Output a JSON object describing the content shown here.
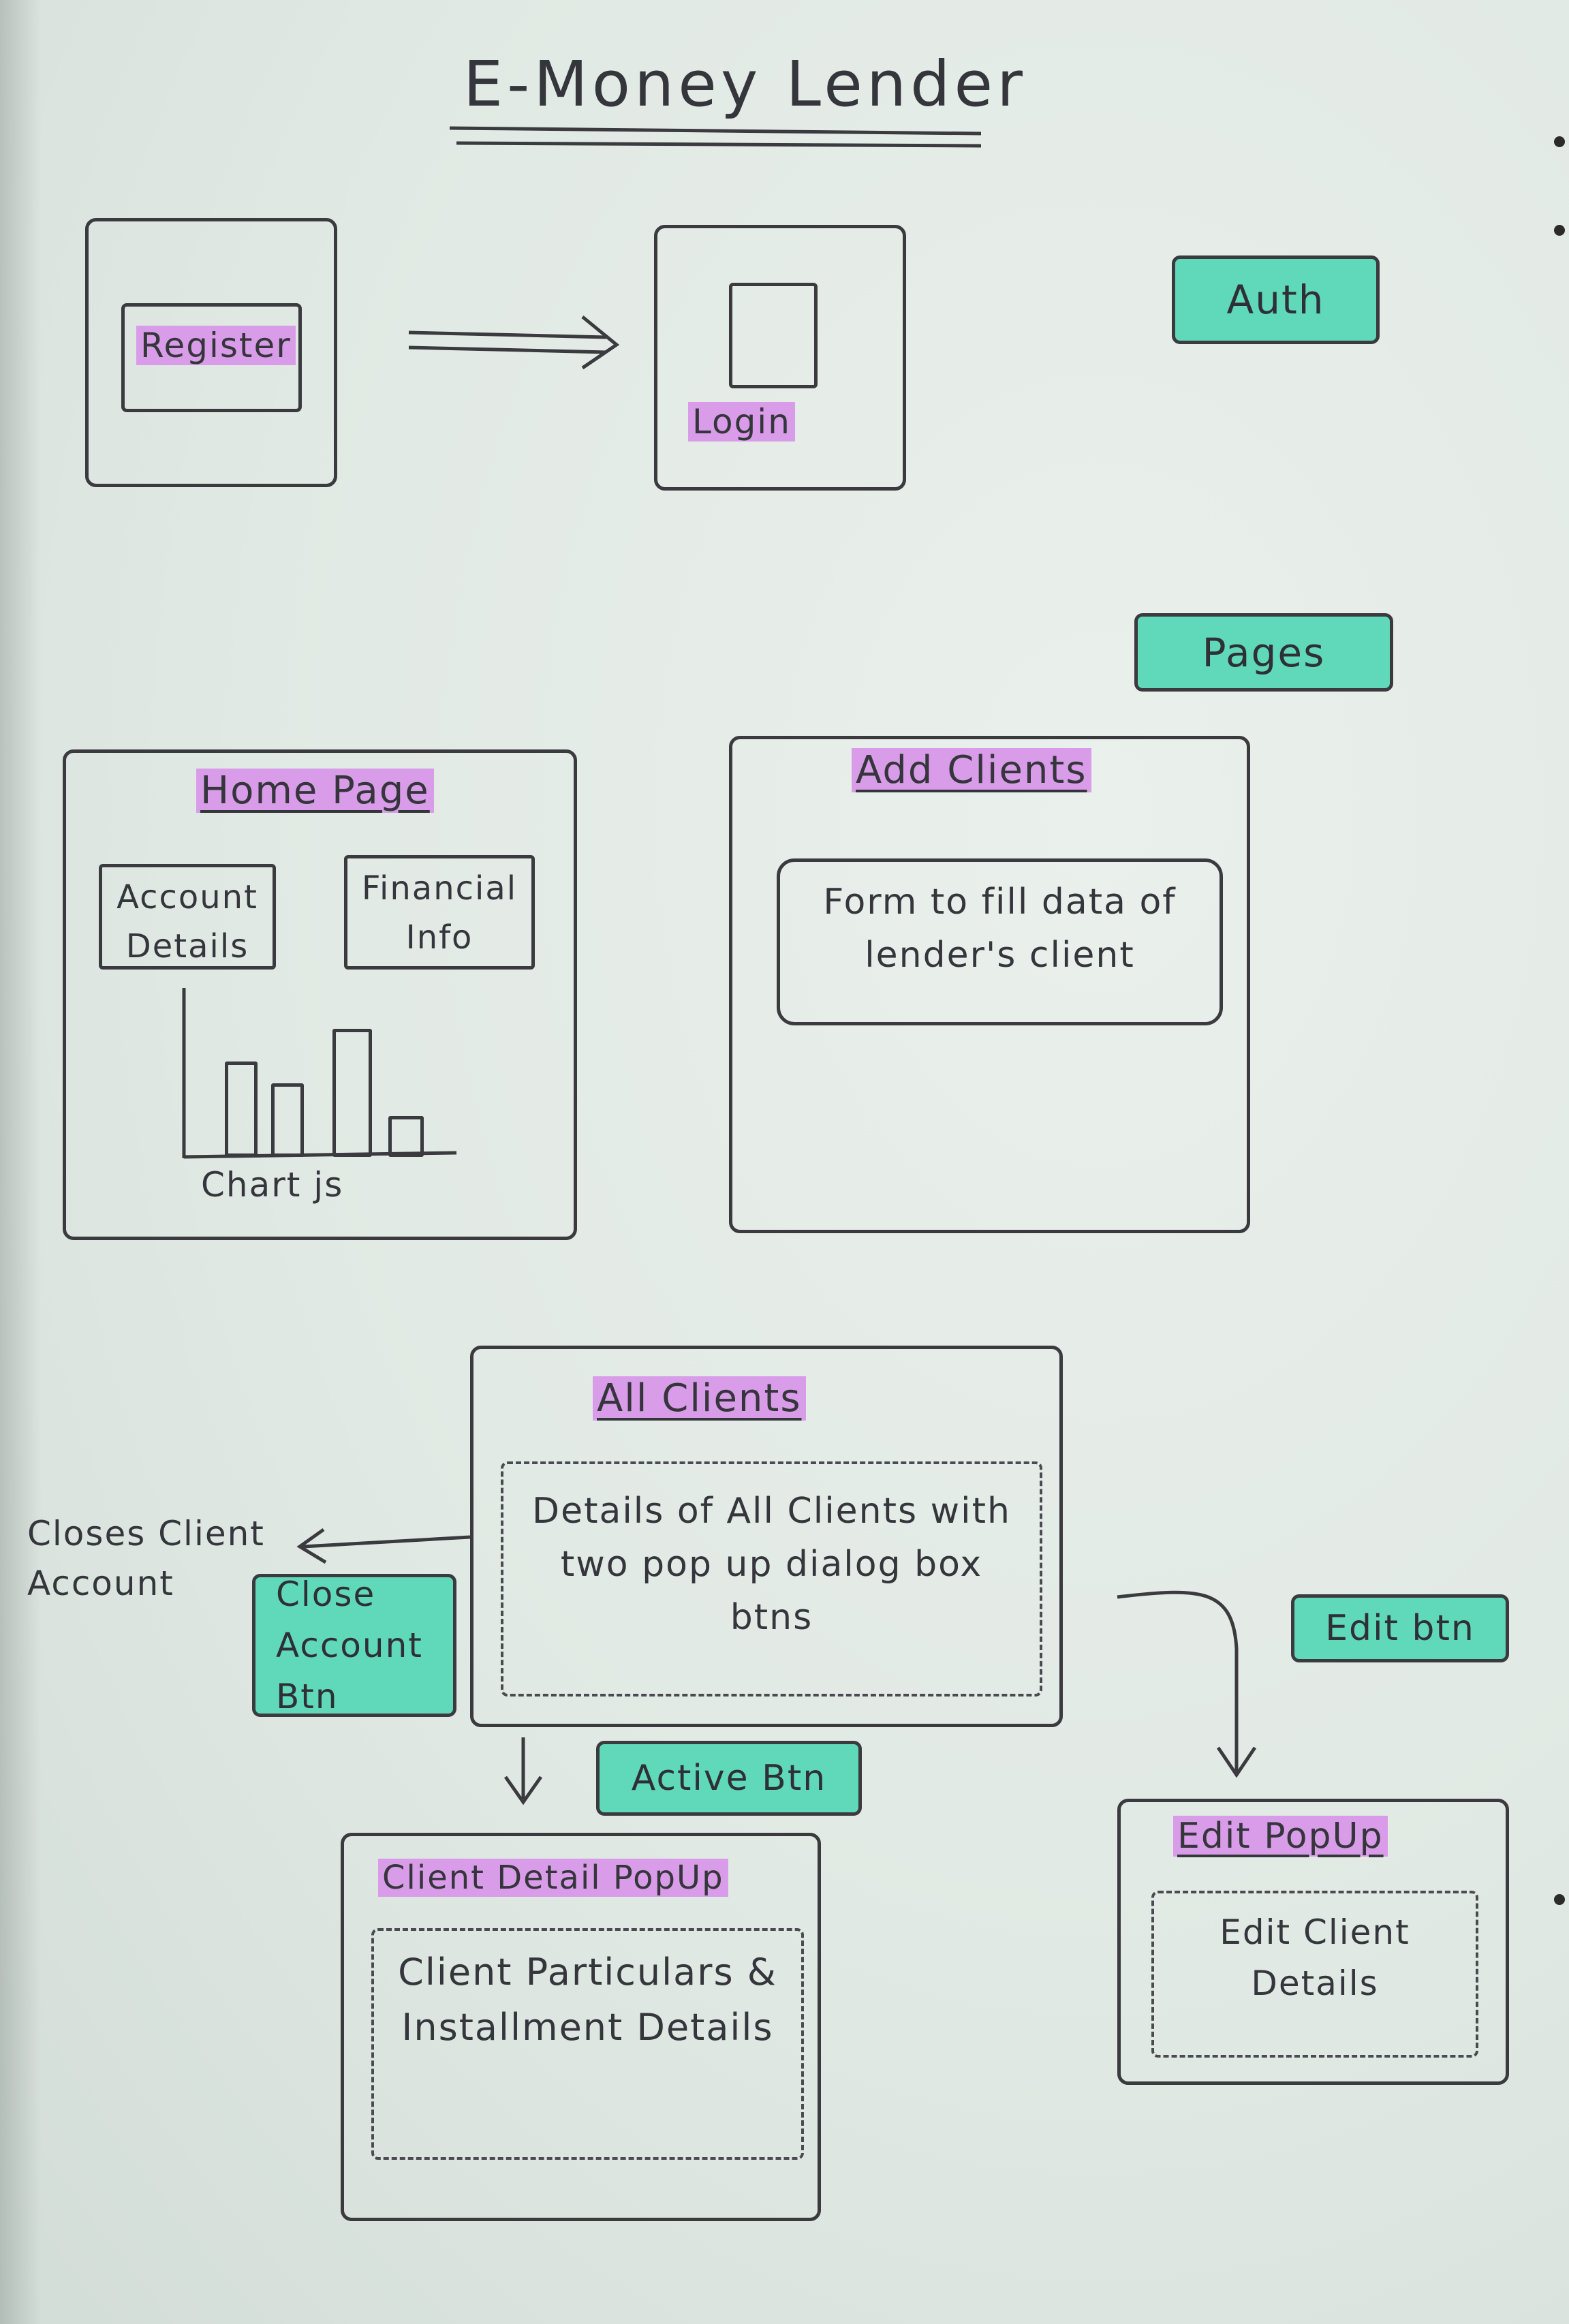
{
  "title": "E-Money Lender",
  "auth": {
    "register_label": "Register",
    "login_label": "Login",
    "tag": "Auth"
  },
  "pages_tag": "Pages",
  "home_page": {
    "title": "Home Page",
    "account_details": "Account Details",
    "financial_info": "Financial Info",
    "chart_caption": "Chart js"
  },
  "add_clients": {
    "title": "Add Clients",
    "form_text": "Form to fill data of lender's client"
  },
  "all_clients": {
    "title": "All Clients",
    "details_text": "Details of All Clients with two pop up dialog box btns",
    "closes_note": "Closes Client Account",
    "close_account_tag": "Close Account Btn",
    "active_tag": "Active Btn",
    "edit_tag": "Edit btn"
  },
  "client_detail_popup": {
    "title": "Client Detail PopUp",
    "text": "Client Particulars & Installment Details"
  },
  "edit_popup": {
    "title": "Edit PopUp",
    "text": "Edit Client Details"
  },
  "colors": {
    "highlight_purple": "#d99ce8",
    "highlight_teal": "#5fd9b9",
    "ink": "#3a3a3f"
  }
}
